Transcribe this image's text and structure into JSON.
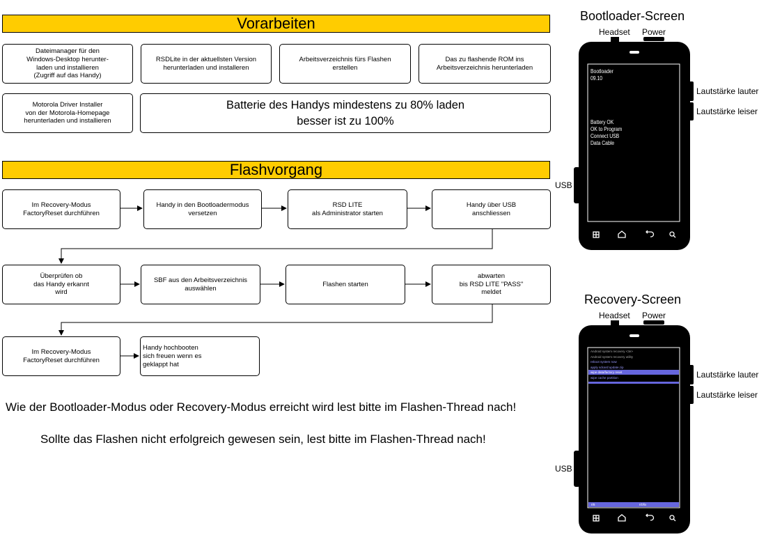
{
  "sections": {
    "prep_title": "Vorarbeiten",
    "flash_title": "Flashvorgang"
  },
  "prep": {
    "file_manager": "Dateimanager für den\nWindows-Desktop herunter-\nladen und installieren\n(Zugriff auf das Handy)",
    "rsdlite": "RSDLite in der aktuellsten Version\nherunterladen und installeren",
    "workdir": "Arbeitsverzeichnis fürs Flashen\nerstellen",
    "rom": "Das zu flashende ROM ins\nArbeitsverzeichnis herunterladen",
    "driver": "Motorola Driver Installer\nvon der Motorola-Homepage\nherunterladen und installieren",
    "battery": "Batterie des Handys mindestens zu 80% laden\nbesser ist zu 100%"
  },
  "flow": {
    "s1": "Im Recovery-Modus\nFactoryReset durchführen",
    "s2": "Handy in den Bootloadermodus\nversetzen",
    "s3": "RSD LITE\nals Administrator starten",
    "s4": "Handy über USB\nanschliessen",
    "s5": "Überprüfen ob\ndas Handy erkannt\nwird",
    "s6": "SBF aus den Arbeitsverzeichnis\nauswählen",
    "s7": "Flashen starten",
    "s8": "abwarten\nbis RSD LITE \"PASS\"\nmeldet",
    "s9": "Im Recovery-Modus\nFactoryReset durchführen",
    "s10": "Handy hochbooten\nsich freuen wenn es\n   geklappt hat"
  },
  "notes": {
    "line1": "Wie der Bootloader-Modus oder Recovery-Modus erreicht wird lest bitte im Flashen-Thread nach!",
    "line2": "Sollte das Flashen nicht erfolgreich gewesen sein, lest bitte im Flashen-Thread nach!"
  },
  "bootloader": {
    "title": "Bootloader-Screen",
    "headset": "Headset",
    "power": "Power",
    "vol_up": "Lautstärke lauter",
    "vol_down": "Lautstärke leiser",
    "usb": "USB",
    "screen_lines_top": [
      "Bootloader",
      "09.10"
    ],
    "screen_lines_bottom": [
      "Battery OK",
      "OK to Program",
      "Connect USB",
      "Data Cable"
    ]
  },
  "recovery": {
    "title": "Recovery-Screen",
    "headset": "Headset",
    "power": "Power",
    "vol_up": "Lautstärke lauter",
    "vol_down": "Lautstärke leiser",
    "usb": "USB",
    "menu_header": [
      "Android system recovery <3e>",
      "Android system recovery utility"
    ],
    "menu_items": [
      "reboot system now",
      "apply sdcard:update.zip",
      "wipe data/factory reset",
      "wipe cache partition"
    ],
    "selected_index": 2,
    "footer_left": "I/B",
    "footer_mid": "I/Dfix"
  },
  "colors": {
    "header": "#ffcc00",
    "phone_body": "#000000",
    "screen_text": "#ffffff",
    "recovery_highlight": "#6666dd",
    "recovery_text": "#9999ff"
  }
}
